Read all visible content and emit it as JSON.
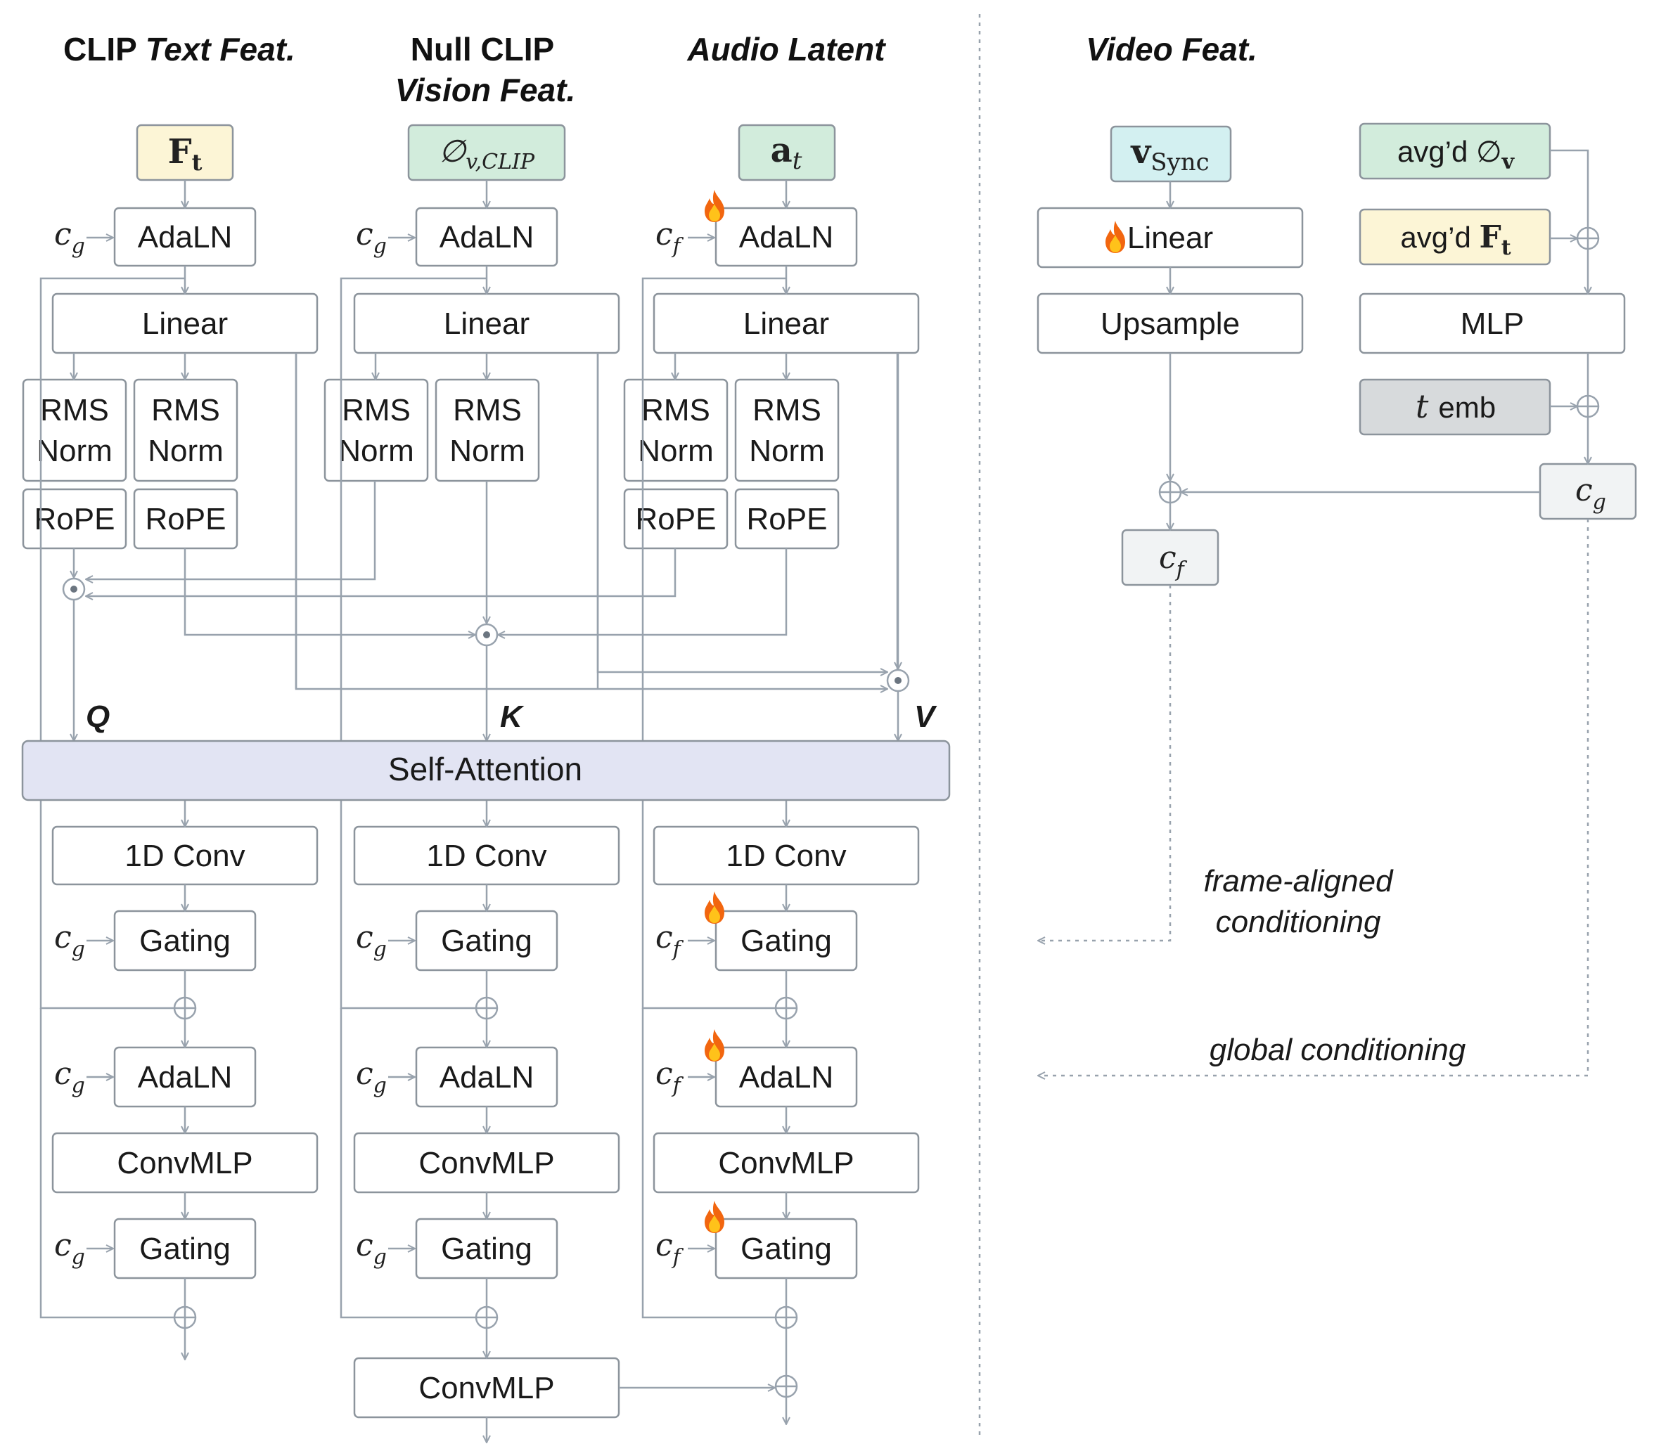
{
  "headers": {
    "clip_text_pre": "CLIP",
    "clip_text_it": "Text Feat.",
    "null_clip_line1": "Null CLIP",
    "null_clip_line2": "Vision Feat.",
    "audio_latent": "Audio Latent",
    "video_feat": "Video Feat."
  },
  "inputs": {
    "ft": "F",
    "ft_sub": "t",
    "null_v": "∅",
    "null_v_sub": "v,CLIP",
    "at": "a",
    "at_sub": "t",
    "vsync": "v",
    "vsync_sub": "Sync",
    "avg_null_v": "avg’d ∅",
    "avg_null_v_sub": "v",
    "avg_ft": "avg’d",
    "avg_ft_math": "F",
    "avg_ft_sub": "t",
    "t_emb_t": "t",
    "t_emb": "emb"
  },
  "cond": {
    "c": "c",
    "g": "g",
    "f": "f"
  },
  "blocks": {
    "adaln": "AdaLN",
    "linear": "Linear",
    "rms": "RMS",
    "norm": "Norm",
    "rope": "RoPE",
    "self_attention": "Self-Attention",
    "conv1d": "1D Conv",
    "gating": "Gating",
    "convmlp": "ConvMLP",
    "upsample": "Upsample",
    "mlp": "MLP"
  },
  "qkv": {
    "q": "Q",
    "k": "K",
    "v": "V"
  },
  "conditioning": {
    "frame_aligned_1": "frame-aligned",
    "frame_aligned_2": "conditioning",
    "global": "global conditioning"
  },
  "colors": {
    "yellow": "#fcf5d6",
    "green": "#d2ecdc",
    "teal": "#d3f0f1",
    "gray_box": "#d7dadc",
    "cond_box": "#f1f3f4",
    "attention": "#e2e4f3",
    "line": "#98a2ad",
    "fire_outer": "#f2660f",
    "fire_inner": "#ffc21a"
  }
}
